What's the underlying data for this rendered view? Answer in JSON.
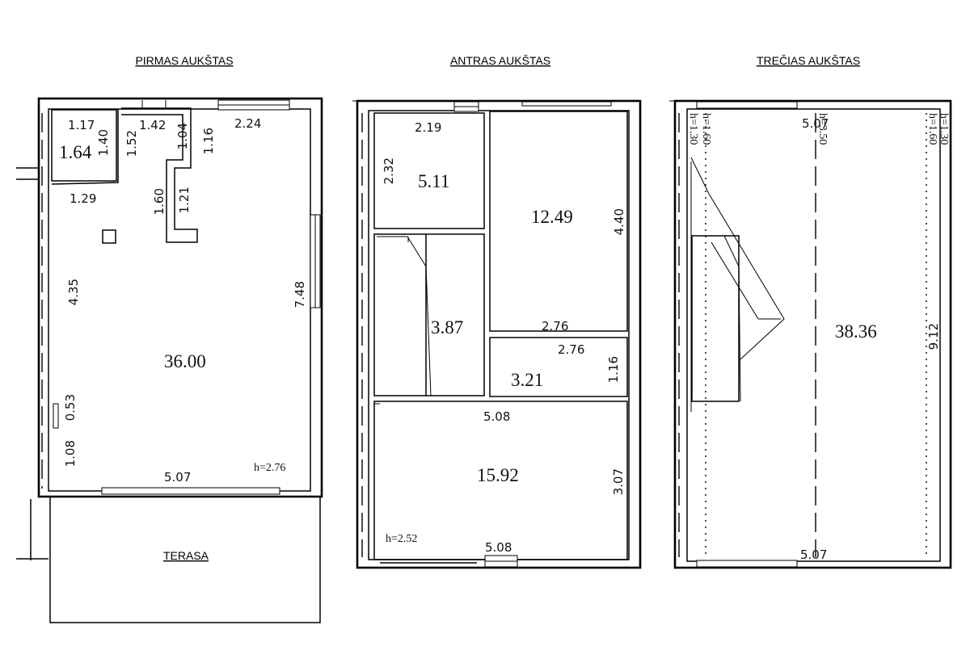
{
  "floors": [
    {
      "title": "PIRMAS AUKŠTAS",
      "dims": [
        "1.17",
        "1.40",
        "1.42",
        "1.52",
        "1.04",
        "1.16",
        "2.24",
        "1.29",
        "1.60",
        "1.21",
        "4.35",
        "7.48",
        "0.53",
        "1.08",
        "5.07"
      ],
      "areas": [
        "1.64",
        "36.00"
      ],
      "height": "h=2.76",
      "terrace": "TERASA"
    },
    {
      "title": "ANTRAS AUKŠTAS",
      "dims": [
        "2.19",
        "2.32",
        "4.40",
        "2.76",
        "2.76",
        "1.16",
        "5.08",
        "3.07",
        "5.08"
      ],
      "areas": [
        "5.11",
        "12.49",
        "3.87",
        "3.21",
        "15.92"
      ],
      "height": "h=2.52"
    },
    {
      "title": "TREČIAS AUKŠTAS",
      "dims": [
        "5.07",
        "5.07",
        "9.12"
      ],
      "heights": [
        "h=1.60",
        "h=1.30",
        "h=3.50",
        "h=1.30",
        "h=1.60"
      ],
      "areas": [
        "38.36"
      ]
    }
  ]
}
